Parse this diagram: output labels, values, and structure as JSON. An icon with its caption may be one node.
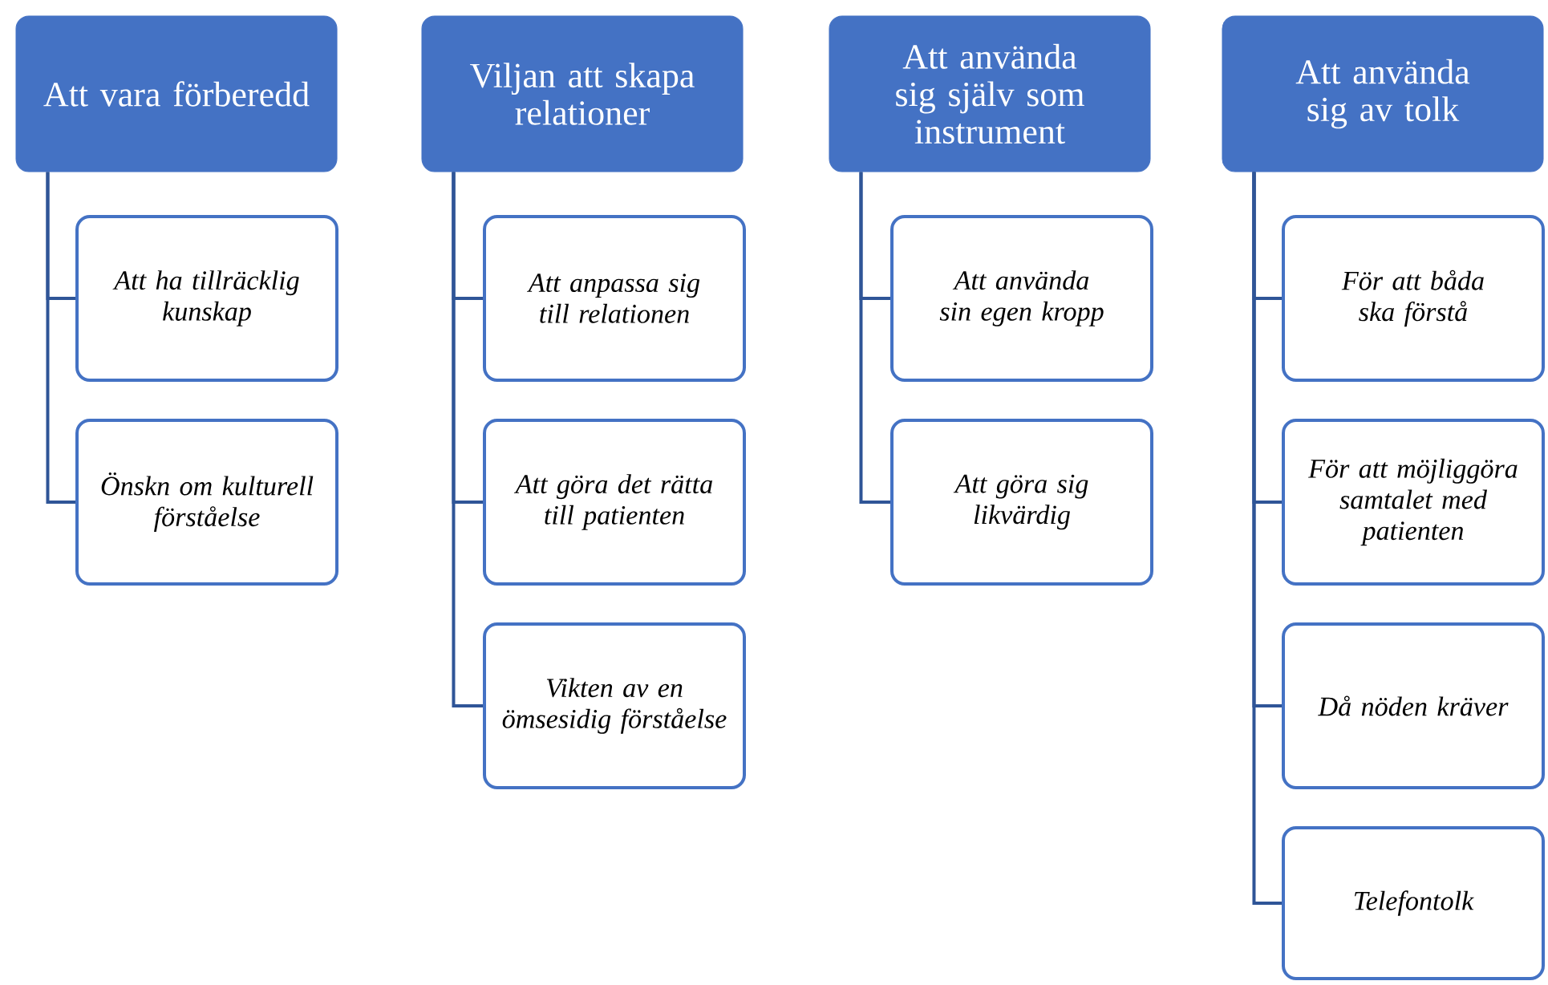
{
  "diagram": {
    "nodes": [
      {
        "text": [
          "Att vara förberedd"
        ]
      },
      {
        "text": [
          "Att ha tillräcklig kunskap"
        ]
      },
      {
        "text": [
          "Önskn om kulturell förståelse"
        ]
      },
      {
        "text": [
          "Viljan att skapa relationer"
        ]
      },
      {
        "text": [
          "Att anpassa sig till relationen"
        ]
      },
      {
        "text": [
          "Att göra det rätta till patienten"
        ]
      },
      {
        "text": [
          "Vikten av en ömsesidig förståelse"
        ]
      },
      {
        "text": [
          "Att använda sig själv som instrument"
        ]
      },
      {
        "text": [
          "Att använda sin egen kropp"
        ]
      },
      {
        "text": [
          "Att göra sig likvärdig"
        ]
      },
      {
        "text": [
          "Att använda sig av tolk"
        ]
      },
      {
        "text": [
          "För att båda ska förstå"
        ]
      },
      {
        "text": [
          "För att möjliggöra samtalet med patienten"
        ]
      },
      {
        "text": [
          "Då nöden kräver"
        ]
      },
      {
        "text": [
          "Telefontolk"
        ]
      }
    ],
    "edges": [
      {
        "from": 0,
        "to": 1,
        "arrow": "none"
      },
      {
        "from": 0,
        "to": 2,
        "arrow": "none"
      },
      {
        "from": 3,
        "to": 4,
        "arrow": "none"
      },
      {
        "from": 3,
        "to": 5,
        "arrow": "none"
      },
      {
        "from": 3,
        "to": 6,
        "arrow": "none"
      },
      {
        "from": 7,
        "to": 8,
        "arrow": "none"
      },
      {
        "from": 7,
        "to": 9,
        "arrow": "none"
      },
      {
        "from": 10,
        "to": 11,
        "arrow": "none"
      },
      {
        "from": 10,
        "to": 12,
        "arrow": "none"
      },
      {
        "from": 10,
        "to": 13,
        "arrow": "none"
      },
      {
        "from": 10,
        "to": 14,
        "arrow": "none"
      }
    ]
  }
}
